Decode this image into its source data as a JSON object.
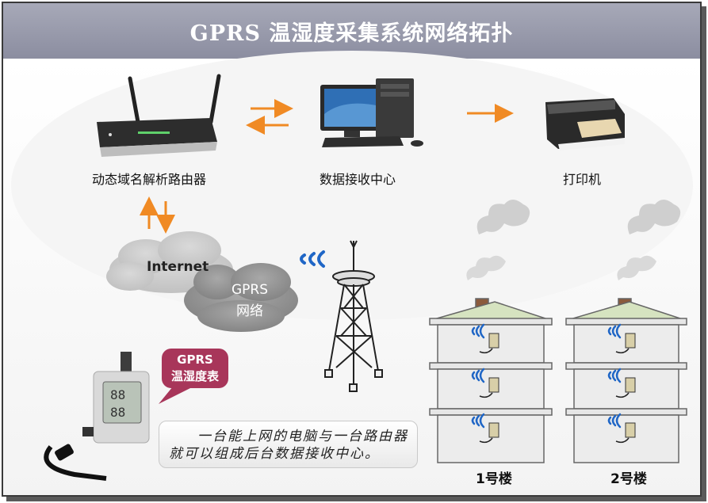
{
  "title": "GPRS 温湿度采集系统网络拓扑",
  "nodes": {
    "router": "动态域名解析路由器",
    "center": "数据接收中心",
    "printer": "打印机"
  },
  "network": {
    "internet": "Internet",
    "gprs_line1": "GPRS",
    "gprs_line2": "网络"
  },
  "sensor_bubble": {
    "line1": "GPRS",
    "line2": "温湿度表"
  },
  "callout": "一台能上网的电脑与一台路由器就可以组成后台数据接收中心。",
  "buildings": [
    "1号楼",
    "2号楼"
  ],
  "colors": {
    "title_bar": "#9a9cae",
    "arrow": "#f08a24",
    "bubble": "#a8365a",
    "cloud": "#8f8f8f"
  }
}
